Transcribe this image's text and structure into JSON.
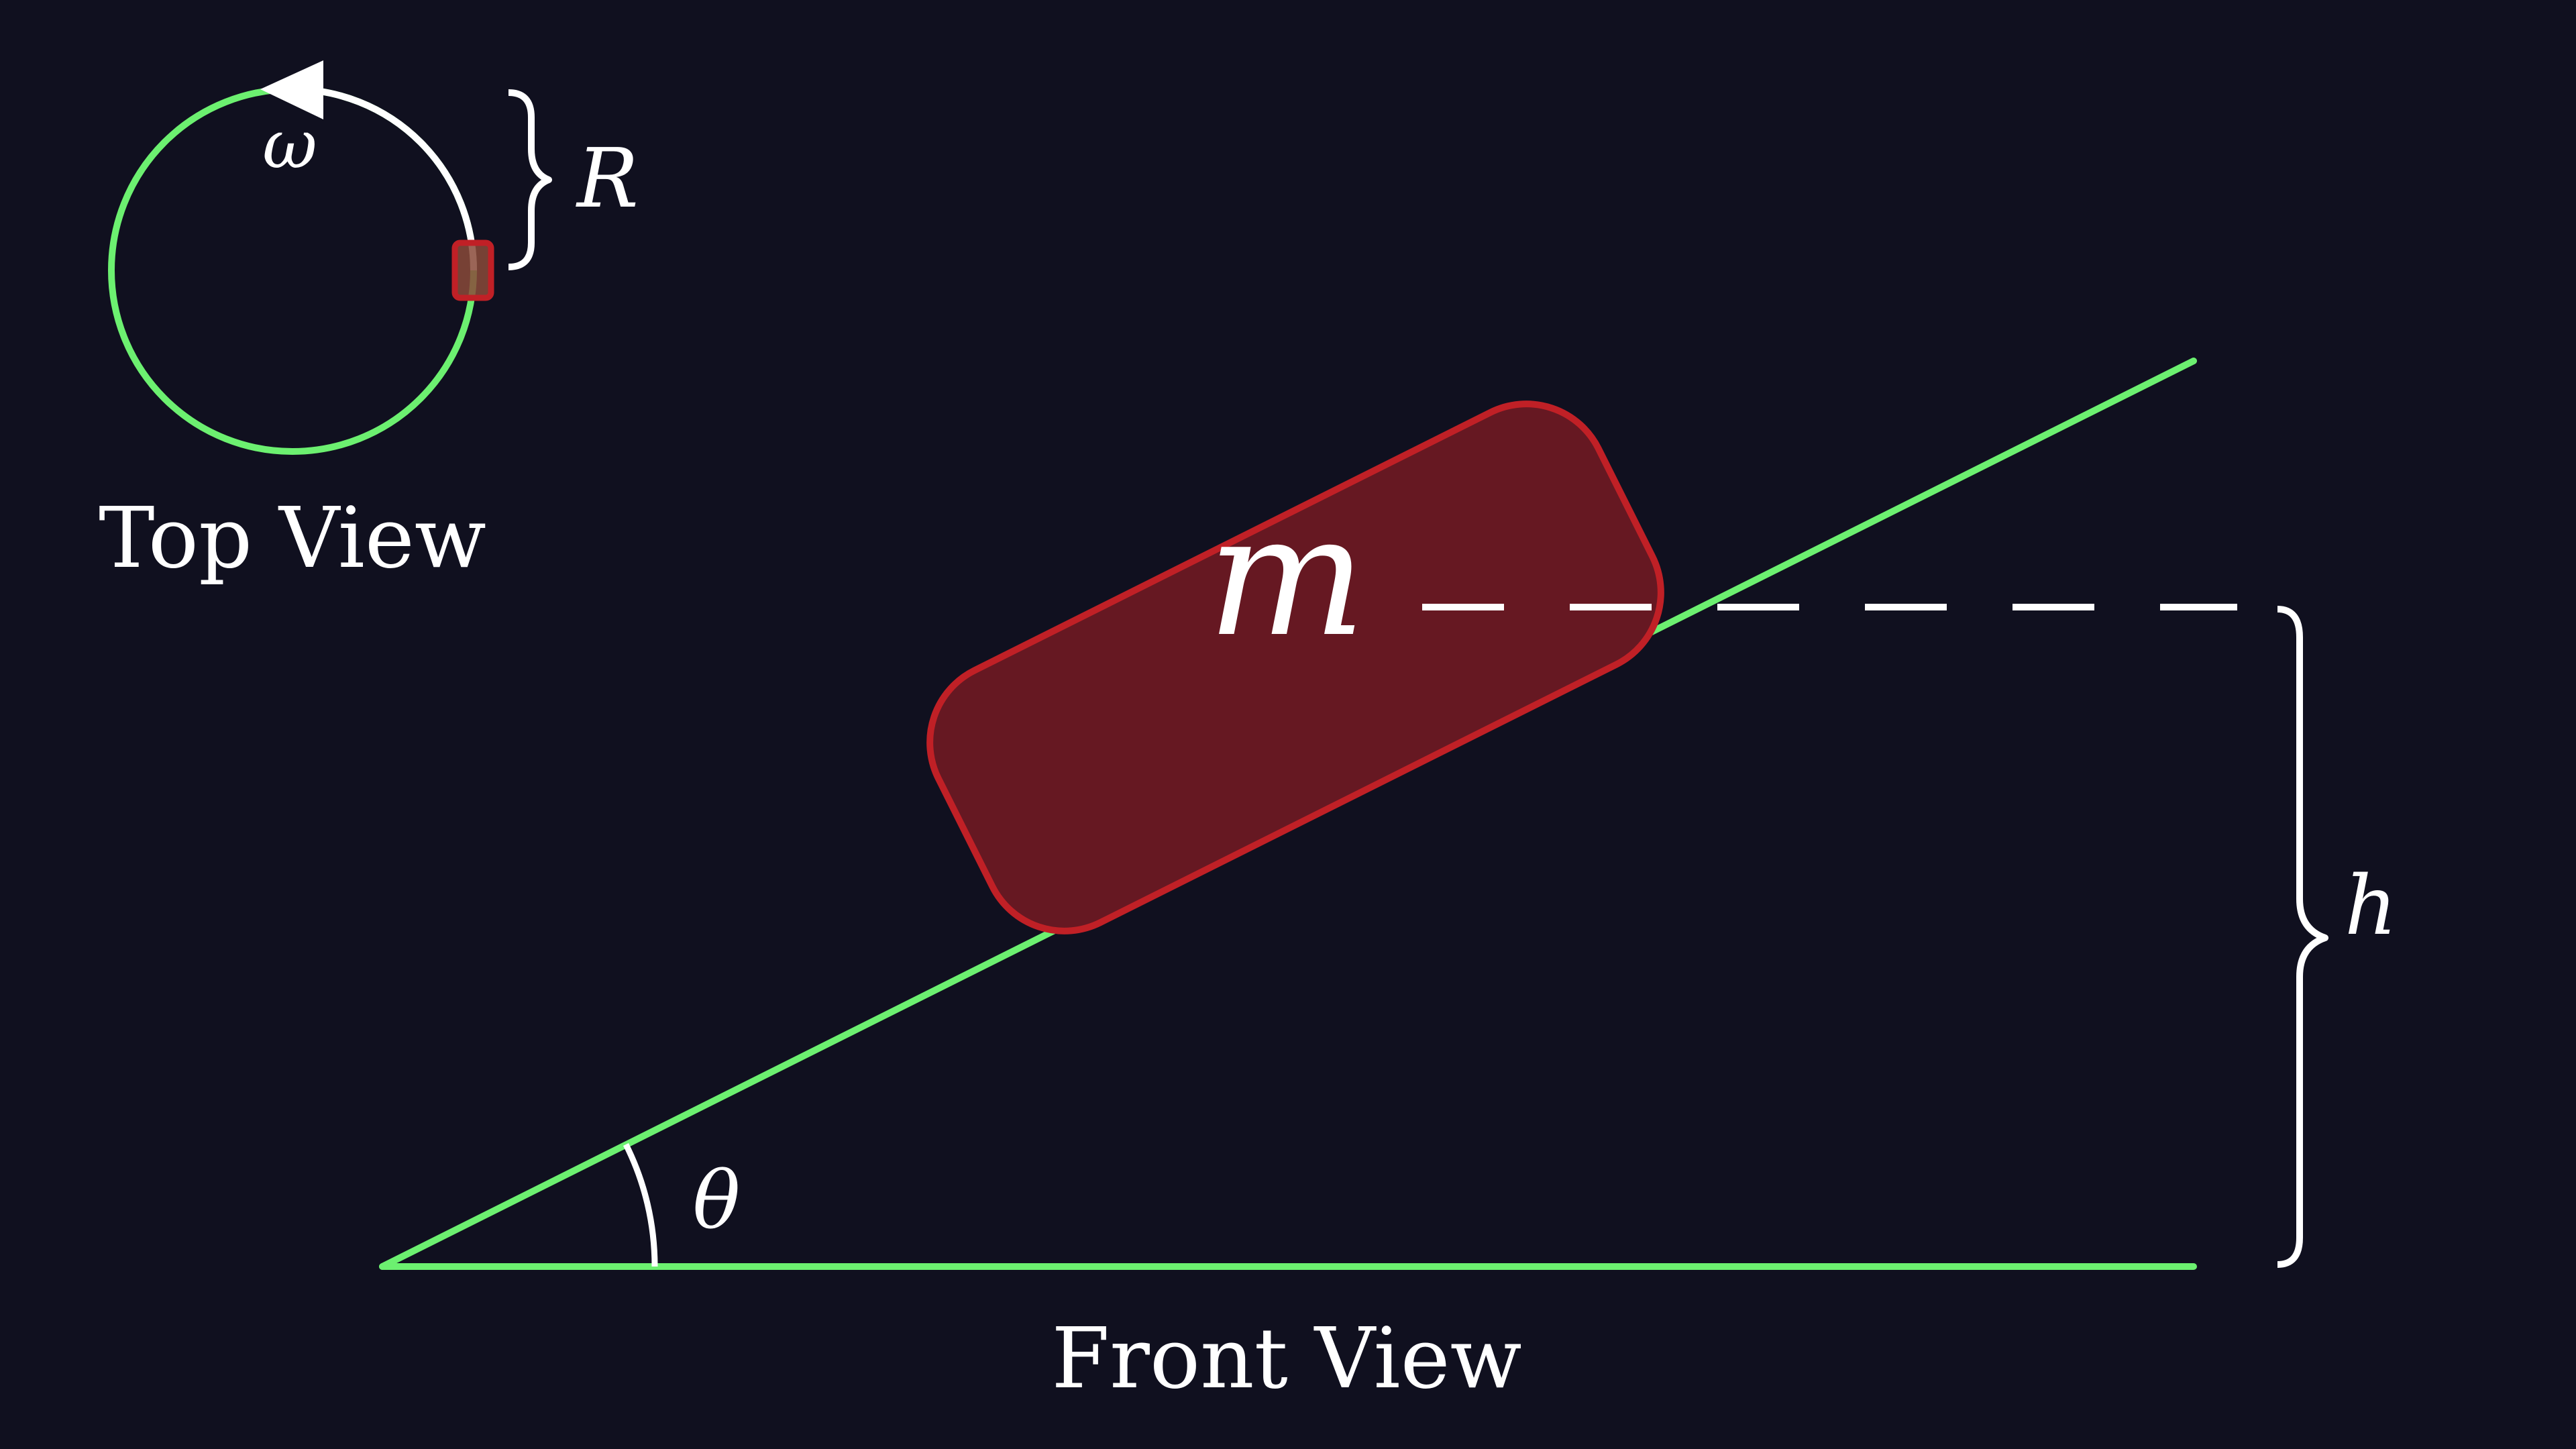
{
  "colors": {
    "background": "#10101f",
    "ground": "#6cf070",
    "block_fill": "#661822",
    "block_stroke": "#c02026",
    "annotation": "#ffffff"
  },
  "top_view": {
    "caption": "Top View",
    "radius_label": "R",
    "angular_velocity_label": "ω"
  },
  "front_view": {
    "caption": "Front View",
    "mass_label": "m",
    "height_label": "h",
    "angle_label": "θ"
  }
}
